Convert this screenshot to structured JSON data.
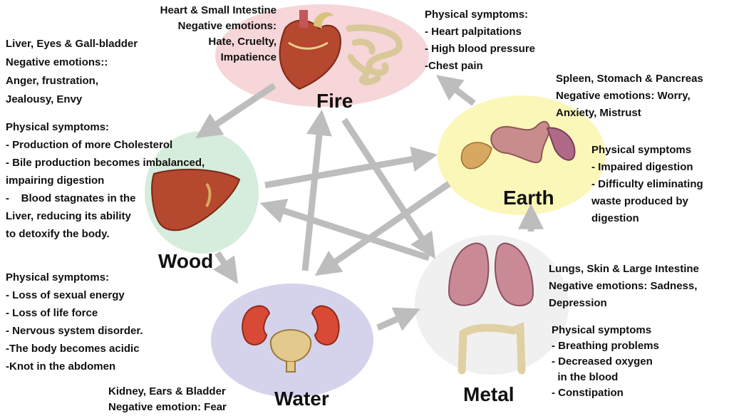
{
  "elements": {
    "fire": {
      "label": "Fire",
      "organs": "Heart & Small Intestine",
      "emotions_heading": "Negative emotions:",
      "emotions": [
        "Hate, Cruelty,",
        "Impatience"
      ],
      "symptoms_heading": "Physical symptoms:",
      "symptoms": [
        "- Heart palpitations",
        "- High blood pressure",
        "-Chest pain"
      ],
      "color": "#f6d6d8"
    },
    "earth": {
      "label": "Earth",
      "organs": "Spleen, Stomach & Pancreas",
      "emotions_heading": "Negative emotions: Worry,",
      "emotions": [
        "Anxiety, Mistrust"
      ],
      "symptoms_heading": "Physical symptoms",
      "symptoms": [
        "- Impaired digestion",
        "- Difficulty  eliminating",
        "waste produced by",
        "digestion"
      ],
      "color": "#fbf7b9"
    },
    "metal": {
      "label": "Metal",
      "organs": "Lungs, Skin & Large Intestine",
      "emotions_heading": "Negative emotions: Sadness,",
      "emotions": [
        "Depression"
      ],
      "symptoms_heading": "Physical symptoms",
      "symptoms": [
        "- Breathing problems",
        "- Decreased oxygen",
        "  in the blood",
        "- Constipation"
      ],
      "color": "#f0f0f0"
    },
    "water": {
      "label": "Water",
      "organs": "Kidney, Ears & Bladder",
      "emotions_heading": "Negative emotion: Fear",
      "emotions": [],
      "symptoms_heading": "Physical symptoms:",
      "symptoms": [
        "- Loss of sexual energy",
        "- Loss of life force",
        "- Nervous system disorder.",
        "-The body becomes acidic",
        "-Knot in the abdomen"
      ],
      "color": "#d5d3ec"
    },
    "wood": {
      "label": "Wood",
      "organs": "Liver, Eyes & Gall-bladder",
      "emotions_heading": "Negative emotions::",
      "emotions": [
        "Anger, frustration,",
        "Jealousy, Envy"
      ],
      "symptoms_heading": "Physical symptoms:",
      "symptoms": [
        "- Production of more Cholesterol",
        "- Bile production becomes imbalanced,",
        "impairing digestion",
        "-    Blood stagnates in the",
        "Liver, reducing its ability",
        "to detoxify the body."
      ],
      "color": "#d6ecdc"
    }
  },
  "colors": {
    "arrow": "#bdbdbd",
    "organ_red": "#b5482e",
    "organ_pink": "#c98a96",
    "stomach": "#c98c8c",
    "intestine": "#e8d8a8",
    "pancreas": "#d9a860"
  }
}
